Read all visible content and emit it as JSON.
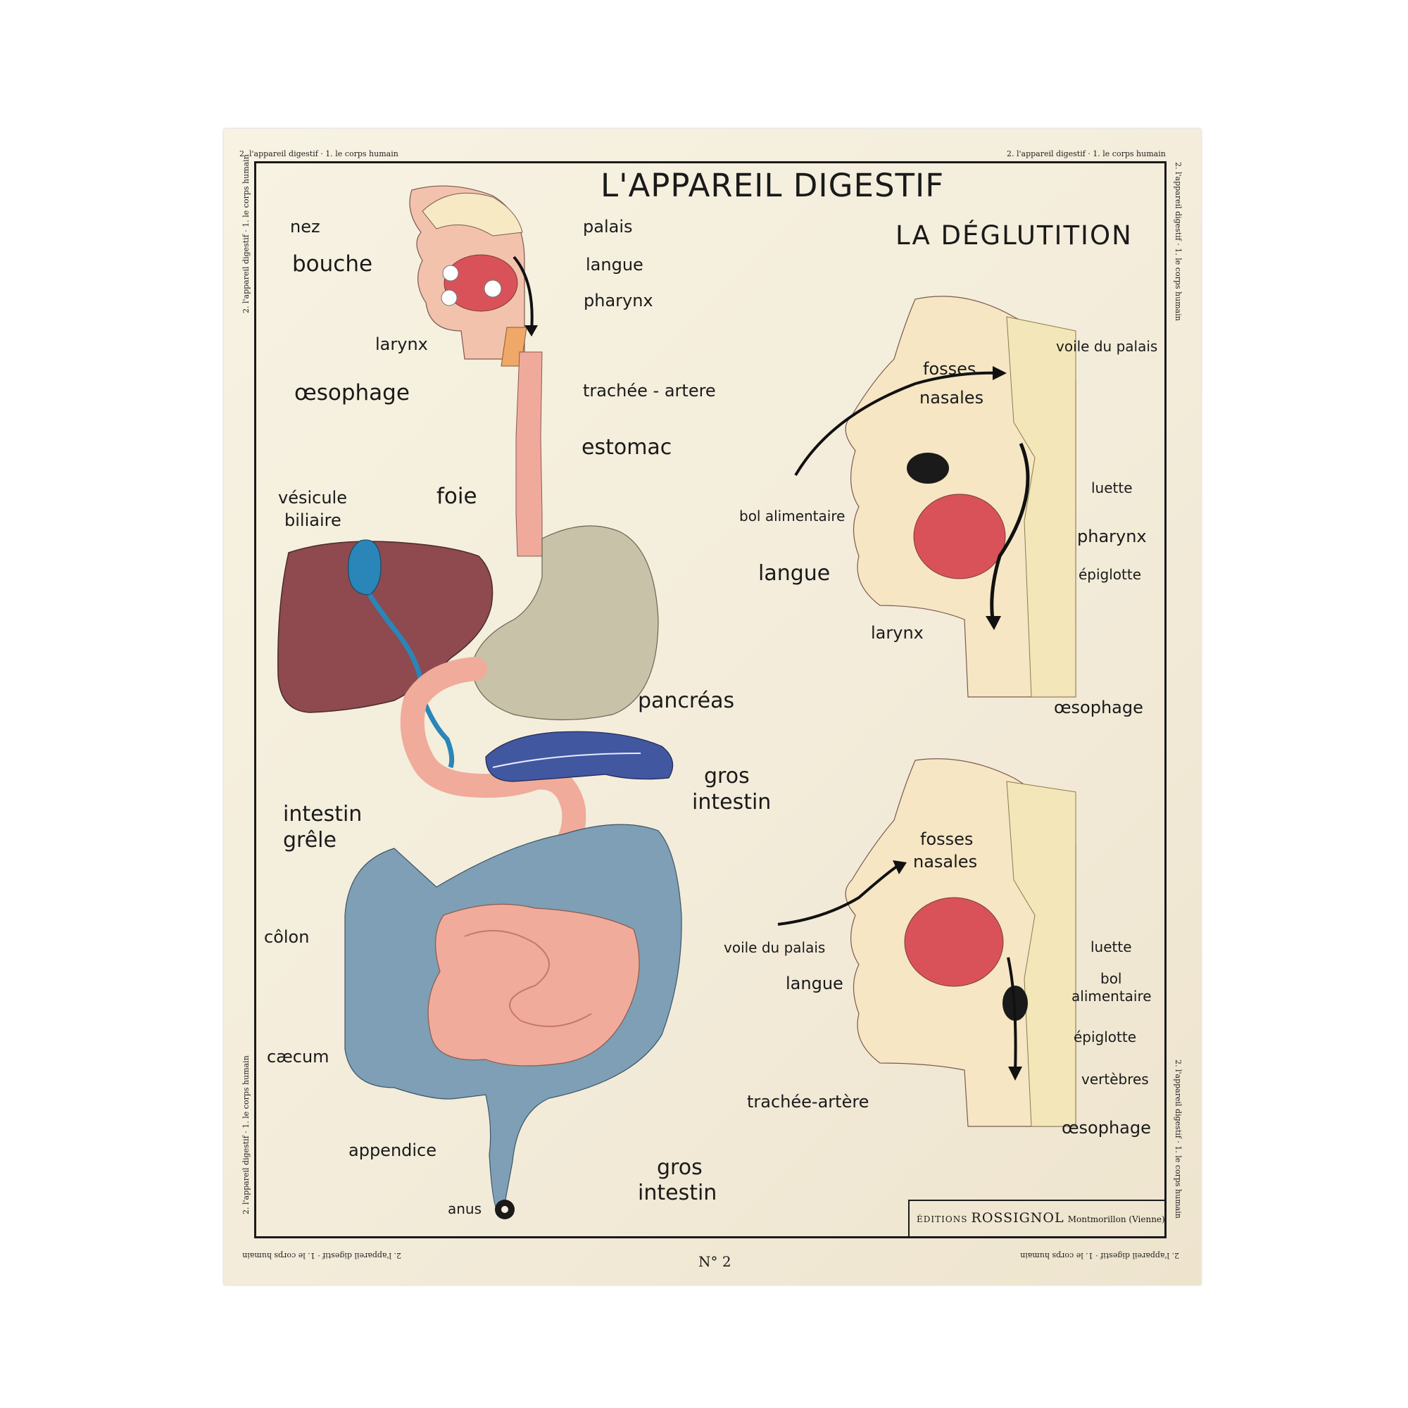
{
  "poster": {
    "title": "L'APPAREIL DIGESTIF",
    "subtitle": "LA DÉGLUTITION",
    "running_head": "2. l'appareil digestif · 1. le corps humain",
    "plate_number": "N° 2",
    "publisher": {
      "prefix": "ÉDITIONS",
      "name": "ROSSIGNOL",
      "place": "Montmorillon (Vienne)"
    }
  },
  "digestive_labels": {
    "nez": "nez",
    "palais": "palais",
    "bouche": "bouche",
    "langue": "langue",
    "pharynx": "pharynx",
    "larynx": "larynx",
    "oesophage": "œsophage",
    "trachee": "trachée - artere",
    "estomac": "estomac",
    "vesicule_1": "vésicule",
    "vesicule_2": "biliaire",
    "foie": "foie",
    "pancreas": "pancréas",
    "gros_intestin_top_1": "gros",
    "gros_intestin_top_2": "intestin",
    "intestin_grele_1": "intestin",
    "intestin_grele_2": "grêle",
    "colon": "côlon",
    "caecum": "cæcum",
    "appendice": "appendice",
    "gros_intestin_bottom_1": "gros",
    "gros_intestin_bottom_2": "intestin",
    "anus": "anus"
  },
  "deglutition_top": {
    "voile_du_palais": "voile du palais",
    "fosses_1": "fosses",
    "fosses_2": "nasales",
    "luette": "luette",
    "bol_alimentaire": "bol alimentaire",
    "pharynx": "pharynx",
    "epiglotte": "épiglotte",
    "langue": "langue",
    "larynx": "larynx",
    "oesophage": "œsophage"
  },
  "deglutition_bottom": {
    "fosses_1": "fosses",
    "fosses_2": "nasales",
    "voile_du_palais": "voile du palais",
    "luette": "luette",
    "langue": "langue",
    "bol_1": "bol",
    "bol_2": "alimentaire",
    "epiglotte": "épiglotte",
    "vertebres": "vertèbres",
    "trachee": "trachée-artère",
    "oesophage": "œsophage"
  },
  "colors": {
    "paper": "#f5efdf",
    "liver": "#8e4a4f",
    "gallbladder": "#2a86b8",
    "stomach": "#c7c2a8",
    "pancreas": "#4157a0",
    "small_intestine": "#f0ab9a",
    "large_intestine": "#7e9fb5",
    "tongue": "#d9525a",
    "bone": "#f3e6b8",
    "skin": "#f3c2ad"
  }
}
